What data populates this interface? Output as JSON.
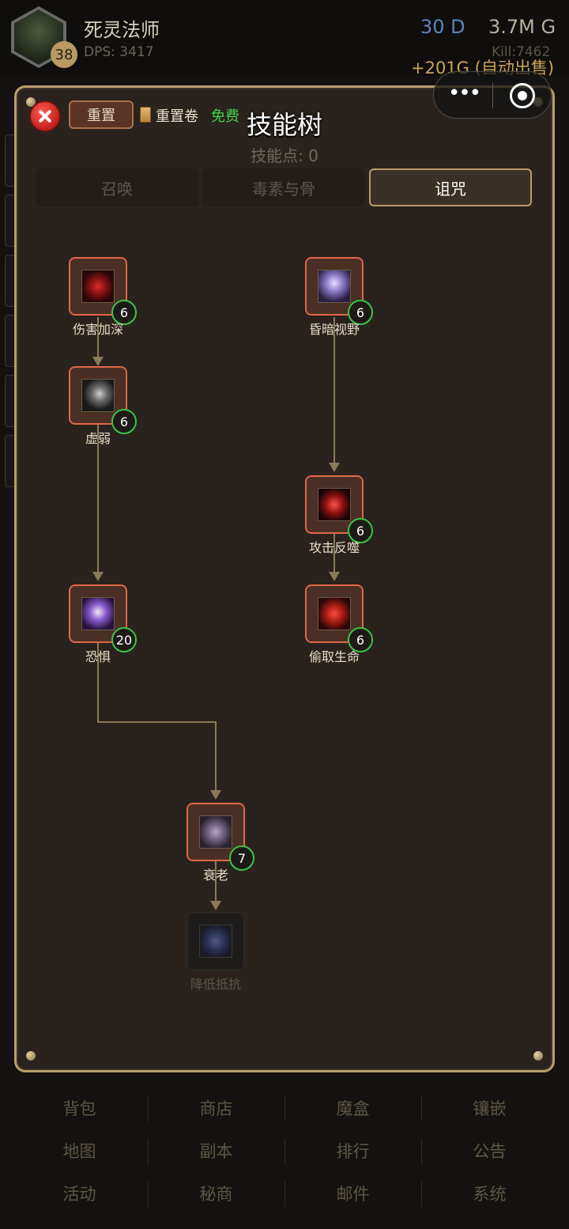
{
  "header": {
    "char_name": "死灵法师",
    "level": "38",
    "dps": "DPS: 3417",
    "days": "30 D",
    "gold": "3.7M G",
    "kill": "Kill:7462",
    "sell_note": "+201G (自动出售)"
  },
  "modal": {
    "title": "技能树",
    "skill_points": "技能点: 0",
    "reset_label": "重置",
    "scroll_label": "重置卷",
    "free_label": "免费",
    "tabs": [
      {
        "label": "召唤"
      },
      {
        "label": "毒素与骨"
      },
      {
        "label": "诅咒"
      }
    ],
    "active_tab": "诅咒"
  },
  "skills": [
    {
      "key": "damage_deepen",
      "label": "伤害加深",
      "level": "6",
      "icon": "crest-icon",
      "locked": false
    },
    {
      "key": "weaken",
      "label": "虚弱",
      "level": "6",
      "icon": "claw-icon",
      "locked": false
    },
    {
      "key": "fear",
      "label": "恐惧",
      "level": "20",
      "icon": "skull-icon",
      "locked": false
    },
    {
      "key": "aging",
      "label": "衰老",
      "level": "7",
      "icon": "old-face-icon",
      "locked": false
    },
    {
      "key": "dim_vision",
      "label": "昏暗视野",
      "level": "6",
      "icon": "ghost-face-icon",
      "locked": false
    },
    {
      "key": "attack_reverse",
      "label": "攻击反噬",
      "level": "6",
      "icon": "blade-icon",
      "locked": false
    },
    {
      "key": "steal_life",
      "label": "偷取生命",
      "level": "6",
      "icon": "blood-icon",
      "locked": false
    },
    {
      "key": "lower_resist",
      "label": "降低抵抗",
      "level": "",
      "icon": "blue-vortex-icon",
      "locked": true
    }
  ],
  "bottom_nav": [
    {
      "label": "背包"
    },
    {
      "label": "商店"
    },
    {
      "label": "魔盒"
    },
    {
      "label": "镶嵌"
    },
    {
      "label": "地图"
    },
    {
      "label": "副本"
    },
    {
      "label": "排行"
    },
    {
      "label": "公告"
    },
    {
      "label": "活动"
    },
    {
      "label": "秘商"
    },
    {
      "label": "邮件"
    },
    {
      "label": "系统"
    }
  ],
  "colors": {
    "accent_gold": "#b89e6a",
    "node_border": "#e0664a",
    "level_green": "#3ac44a",
    "close_red": "#d9302a"
  }
}
